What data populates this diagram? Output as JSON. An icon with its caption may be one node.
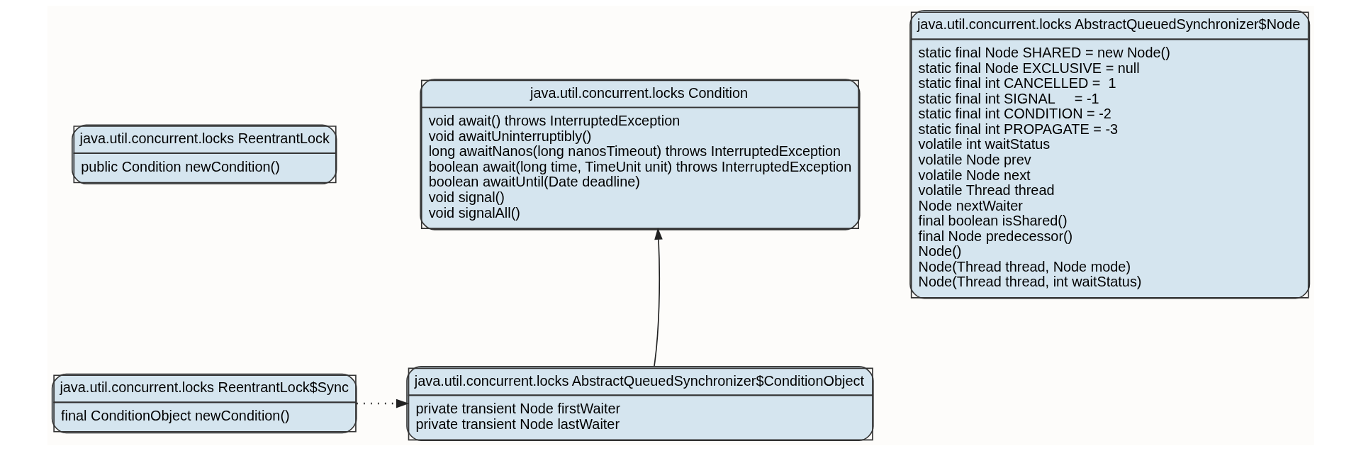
{
  "diagram": {
    "nodes": [
      {
        "text": [
          "java.util.concurrent.locks ReentrantLock",
          "public Condition newCondition()"
        ]
      },
      {
        "text": [
          "java.util.concurrent.locks Condition",
          "void await() throws InterruptedException",
          "void awaitUninterruptibly()",
          "long awaitNanos(long nanosTimeout) throws InterruptedException",
          "boolean await(long time, TimeUnit unit) throws InterruptedException",
          "boolean awaitUntil(Date deadline)",
          "void signal()",
          "void signalAll()"
        ]
      },
      {
        "text": [
          "java.util.concurrent.locks AbstractQueuedSynchronizer$Node",
          "static final Node SHARED = new Node()",
          "static final Node EXCLUSIVE = null",
          "static final int CANCELLED =  1",
          "static final int SIGNAL     = -1",
          "static final int CONDITION = -2",
          "static final int PROPAGATE = -3",
          "volatile int waitStatus",
          "volatile Node prev",
          "volatile Node next",
          "volatile Thread thread",
          "Node nextWaiter",
          "final boolean isShared()",
          "final Node predecessor()",
          "Node()",
          "Node(Thread thread, Node mode)",
          "Node(Thread thread, int waitStatus)"
        ]
      },
      {
        "text": [
          "java.util.concurrent.locks ReentrantLock$Sync",
          "final ConditionObject newCondition()"
        ]
      },
      {
        "text": [
          "java.util.concurrent.locks AbstractQueuedSynchronizer$ConditionObject",
          "private transient Node firstWaiter",
          "private transient Node lastWaiter"
        ]
      }
    ],
    "edges": [
      {
        "from": 3,
        "to": 4,
        "arrow": "to",
        "style": "dashed"
      },
      {
        "from": 4,
        "to": 1,
        "arrow": "to"
      }
    ]
  }
}
